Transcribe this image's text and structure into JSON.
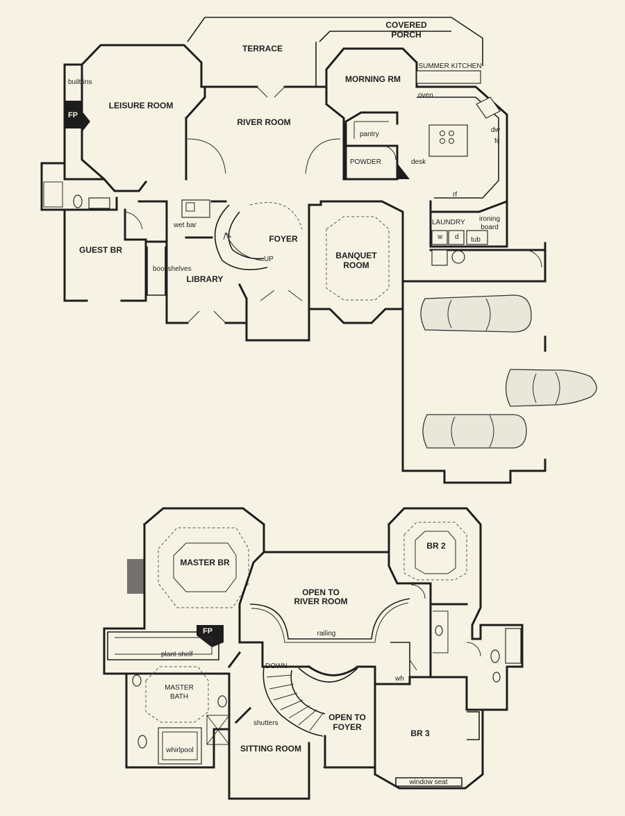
{
  "first_floor": {
    "rooms": {
      "covered_porch_1": "COVERED",
      "covered_porch_2": "PORCH",
      "terrace": "TERRACE",
      "leisure_room": "LEISURE ROOM",
      "river_room": "RIVER ROOM",
      "morning_rm": "MORNING RM",
      "summer_kitchen": "SUMMER KITCHEN",
      "foyer": "FOYER",
      "banquet_1": "BANQUET",
      "banquet_2": "ROOM",
      "guest_br": "GUEST BR",
      "library": "LIBRARY",
      "laundry": "LAUNDRY",
      "powder": "POWDER"
    },
    "labels": {
      "built_ins": "built-ins",
      "fp": "FP",
      "pantry": "pantry",
      "oven": "oven",
      "dw": "dw",
      "rf": "rf",
      "fc": "fc",
      "desk": "desk",
      "ironing_1": "ironing",
      "ironing_2": "board",
      "w": "w",
      "d": "d",
      "tub": "tub",
      "wet_bar": "wet bar",
      "bookshelves": "bookshelves",
      "up": "UP"
    }
  },
  "second_floor": {
    "rooms": {
      "master_br": "MASTER BR",
      "br2": "BR 2",
      "open_river_1": "OPEN TO",
      "open_river_2": "RIVER ROOM",
      "railing": "railing",
      "master_bath_1": "MASTER",
      "master_bath_2": "BATH",
      "sitting_room": "SITTING ROOM",
      "open_foyer_1": "OPEN TO",
      "open_foyer_2": "FOYER",
      "br3": "BR 3"
    },
    "labels": {
      "fp": "FP",
      "plant_shelf": "plant shelf",
      "down": "DOWN",
      "shutters": "shutters",
      "wh": "wh",
      "whirlpool": "whirlpool",
      "window_seat": "window seat"
    }
  }
}
